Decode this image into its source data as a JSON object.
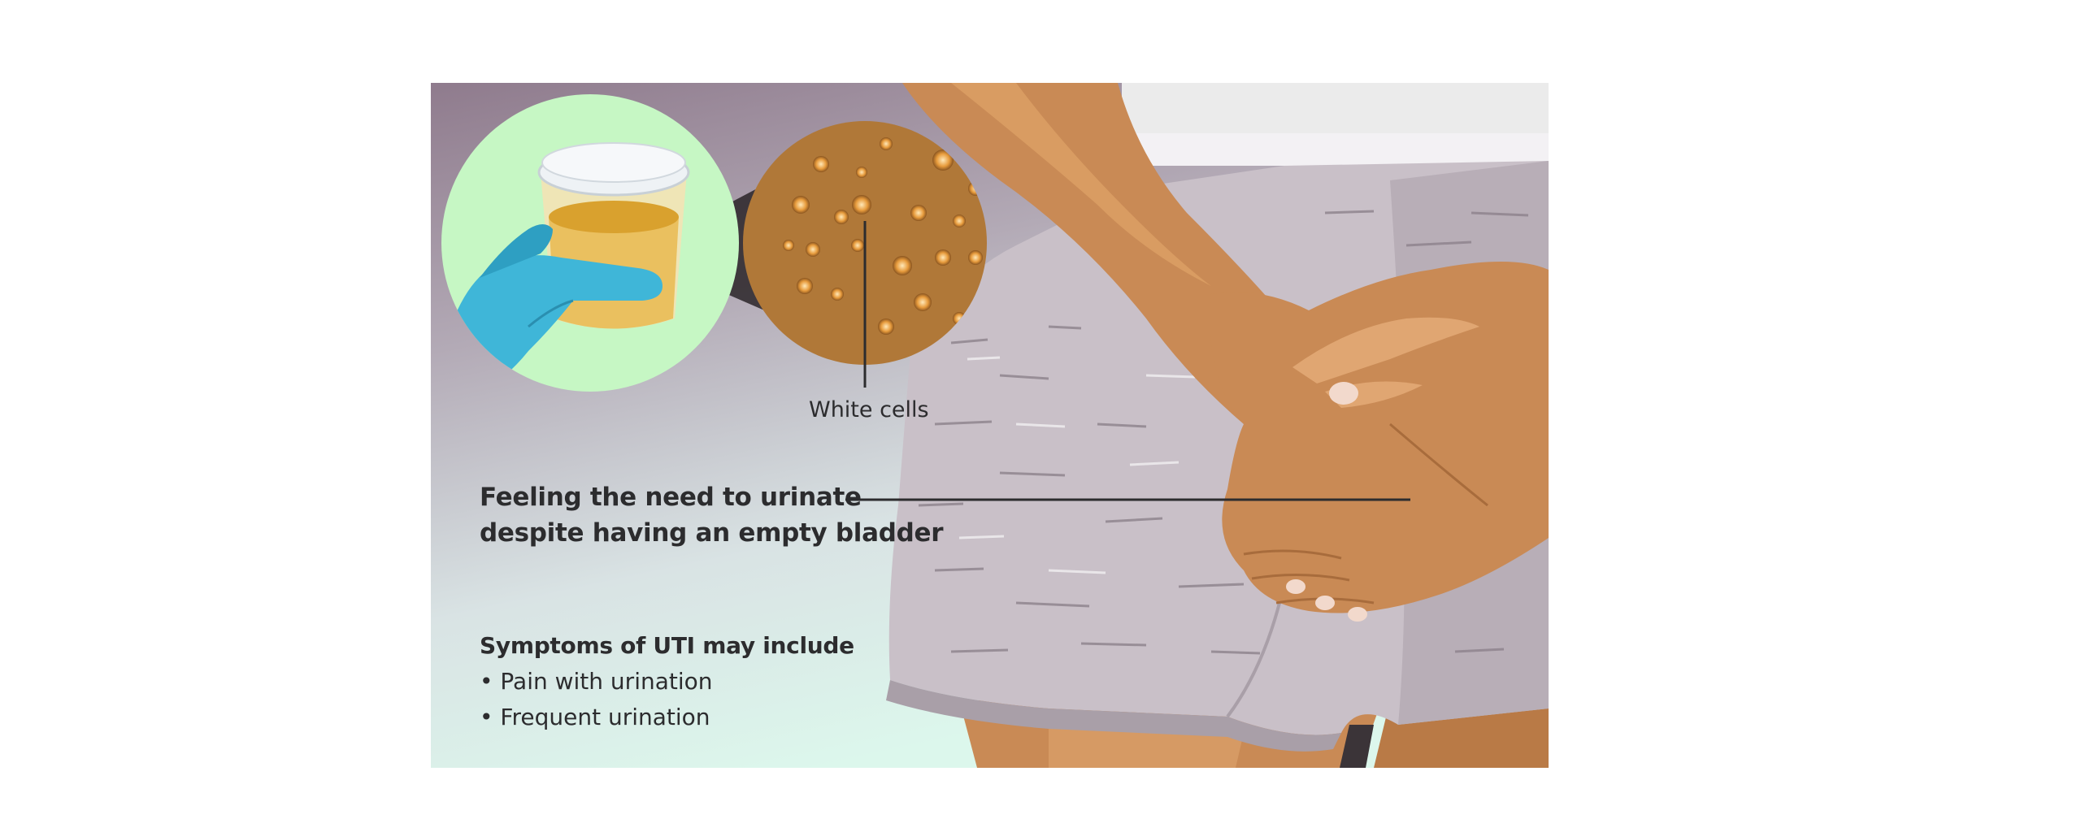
{
  "labels": {
    "white_cells": "White cells",
    "main_symptom_line1": "Feeling the need to urinate",
    "main_symptom_line2": "despite having an empty bladder"
  },
  "symptoms": {
    "heading": "Symptoms of UTI may include",
    "items": [
      "• Pain with urination",
      "• Frequent urination"
    ]
  },
  "colors": {
    "background_top": "#8f7b8d",
    "background_bottom": "#dcf7ec",
    "skin": "#c98a55",
    "skin_highlight": "#e0a672",
    "shorts": "#c9c0c8",
    "shorts_shadow": "#a99fa8",
    "glove": "#3fb6d8",
    "cup_circle_bg": "#c6f7c4",
    "urine": "#e9b64a",
    "microscope_bg": "#b07838",
    "text": "#2c2c2e"
  },
  "icons": {
    "sample_cup": "urine-sample-cup-icon",
    "magnified_view": "microscope-view-icon"
  }
}
